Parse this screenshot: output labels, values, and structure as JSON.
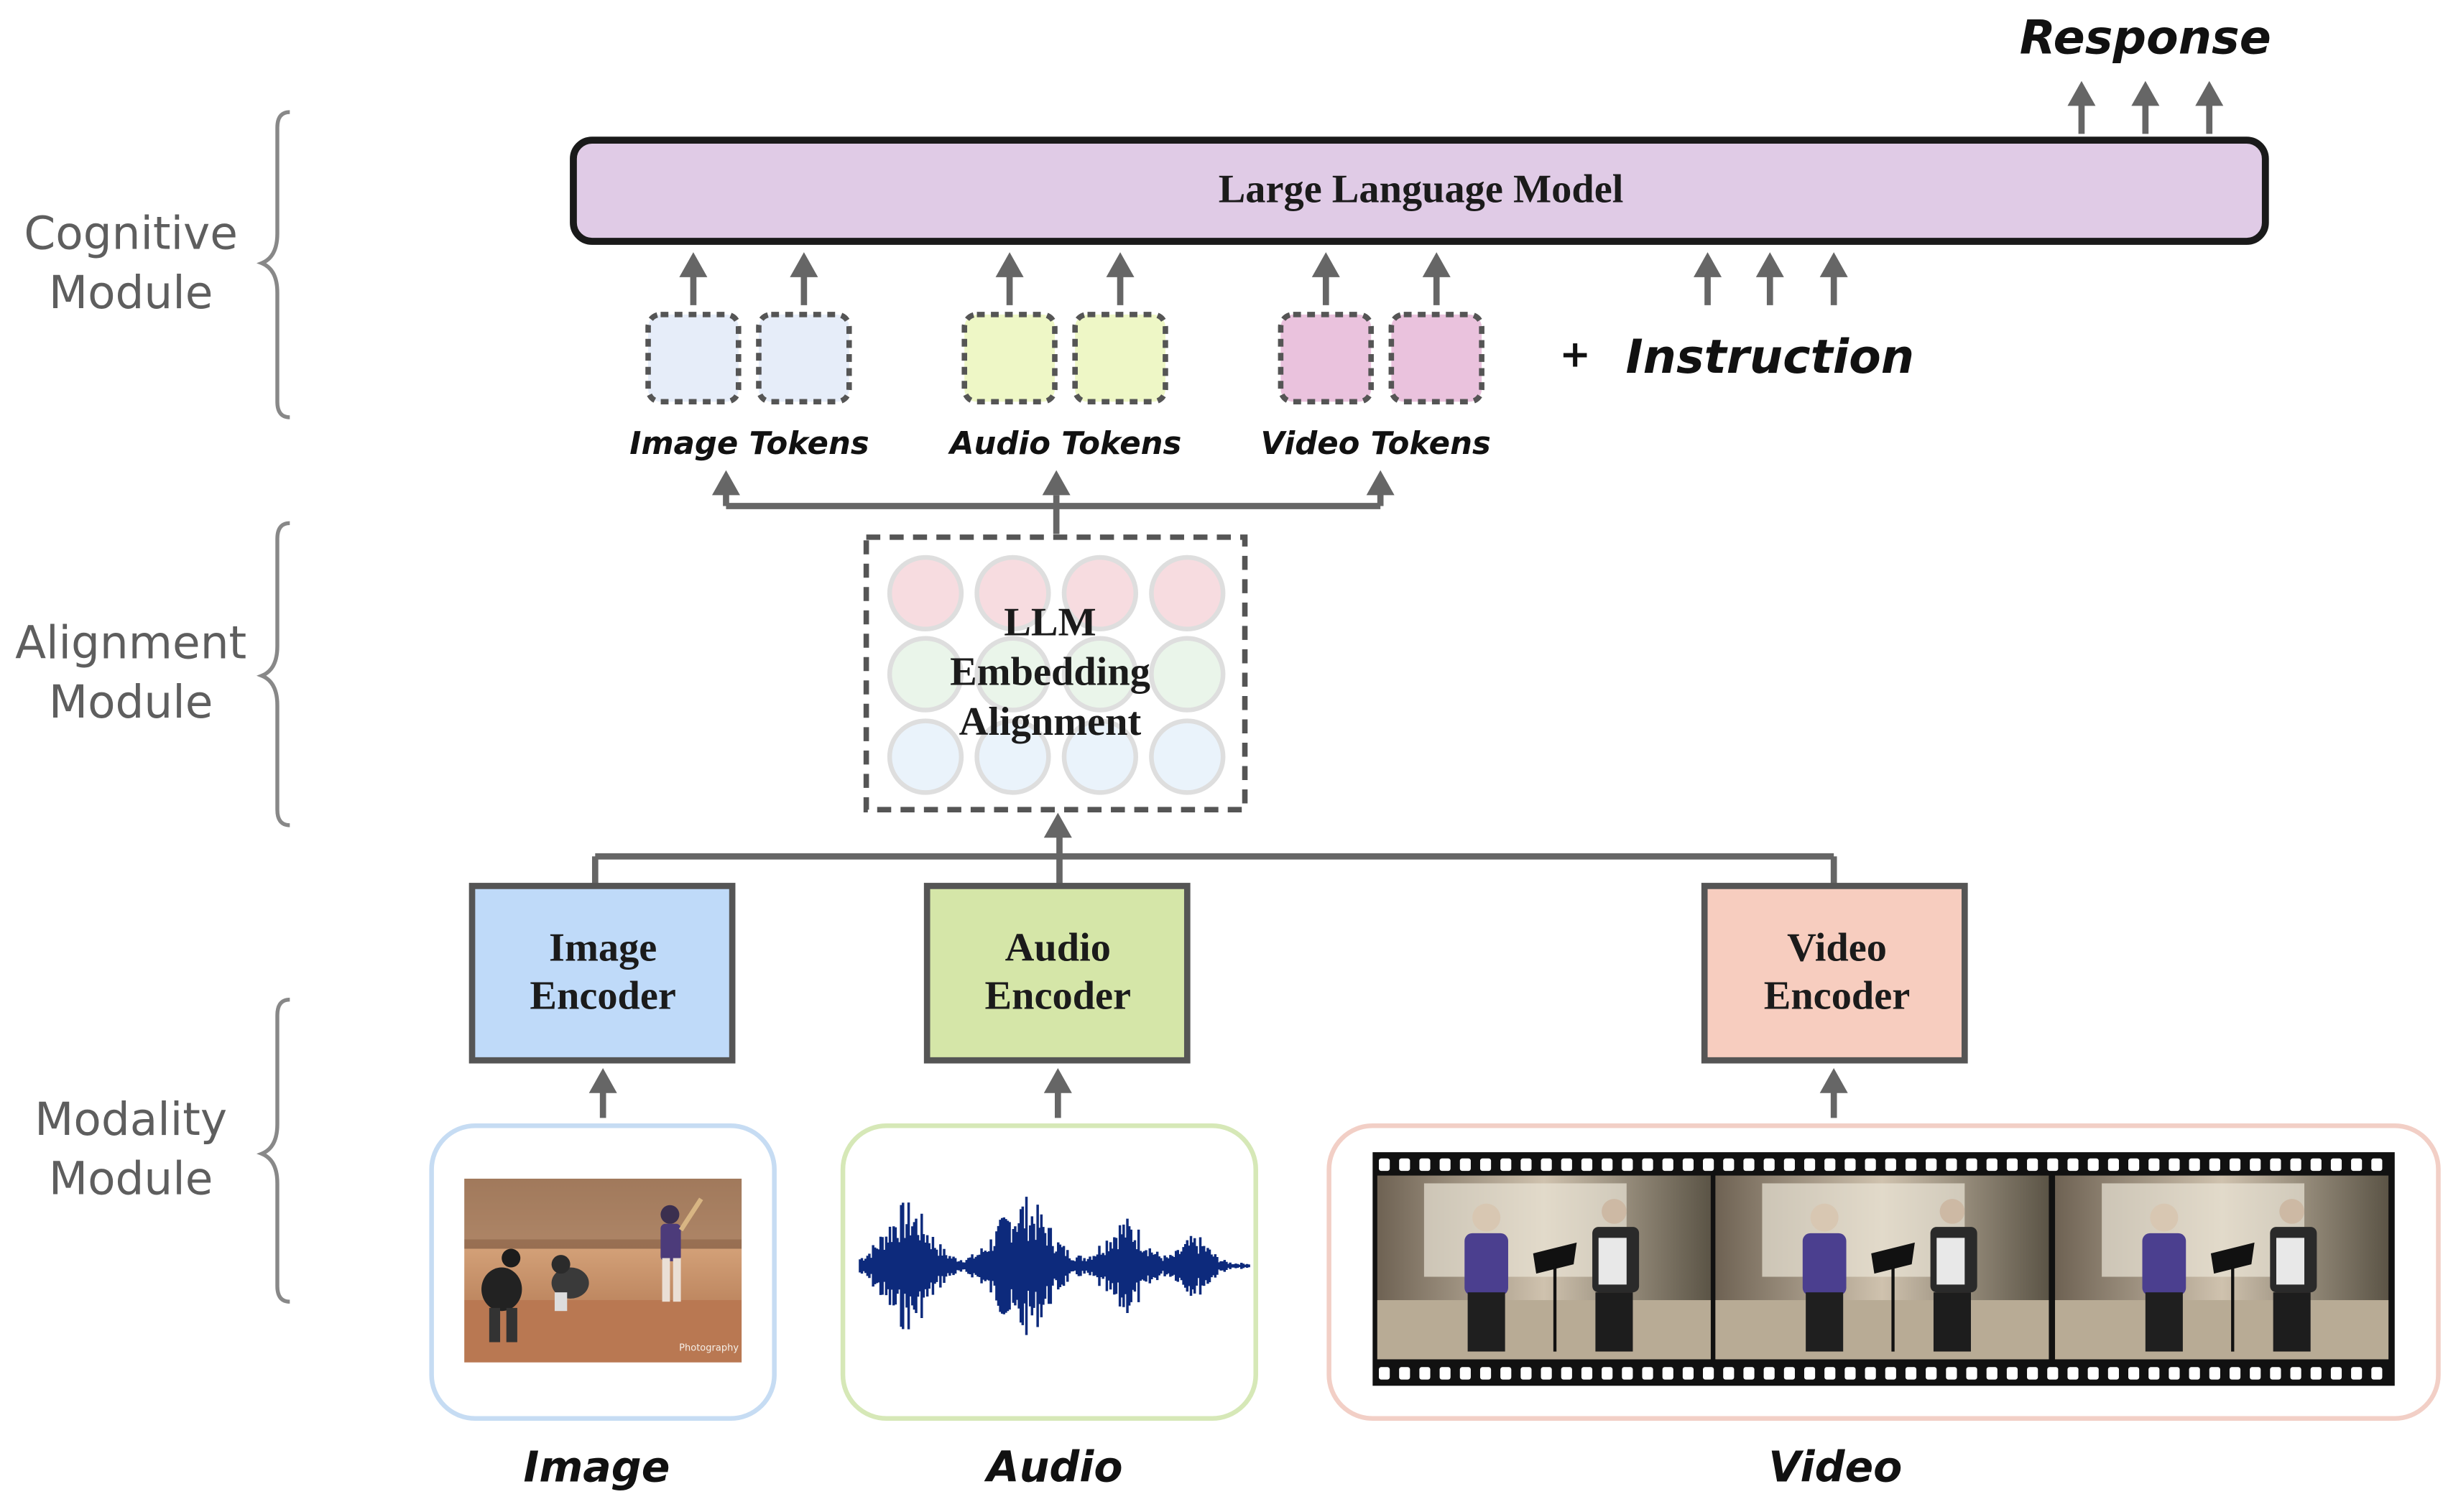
{
  "modules": {
    "cognitive": [
      "Cognitive",
      "Module"
    ],
    "alignment": [
      "Alignment",
      "Module"
    ],
    "modality": [
      "Modality",
      "Module"
    ]
  },
  "llm": {
    "label": "Large Language Model",
    "fill": "#e0cbe6"
  },
  "response": "Response",
  "instruction": {
    "plus": "+",
    "label": "Instruction"
  },
  "tokens": [
    {
      "label": "Image",
      "suffix": "Tokens",
      "fill": "#e6edf9"
    },
    {
      "label": "Audio",
      "suffix": "Tokens",
      "fill": "#eef7c6"
    },
    {
      "label": "Video",
      "suffix": "Tokens",
      "fill": "#eac2dd"
    }
  ],
  "alignment_box": {
    "lines": [
      "LLM",
      "Embedding",
      "Alignment"
    ]
  },
  "encoders": [
    {
      "lines": [
        "Image",
        "Encoder"
      ],
      "fill": "#bfdaf9"
    },
    {
      "lines": [
        "Audio",
        "Encoder"
      ],
      "fill": "#d5e6a8"
    },
    {
      "lines": [
        "Video",
        "Encoder"
      ],
      "fill": "#f7cdbf"
    }
  ],
  "inputs": [
    {
      "label": "Image",
      "border": "#c6dcf3"
    },
    {
      "label": "Audio",
      "border": "#d6e8b7"
    },
    {
      "label": "Video",
      "border": "#f2cfc6"
    }
  ],
  "image_watermark": "Photography"
}
